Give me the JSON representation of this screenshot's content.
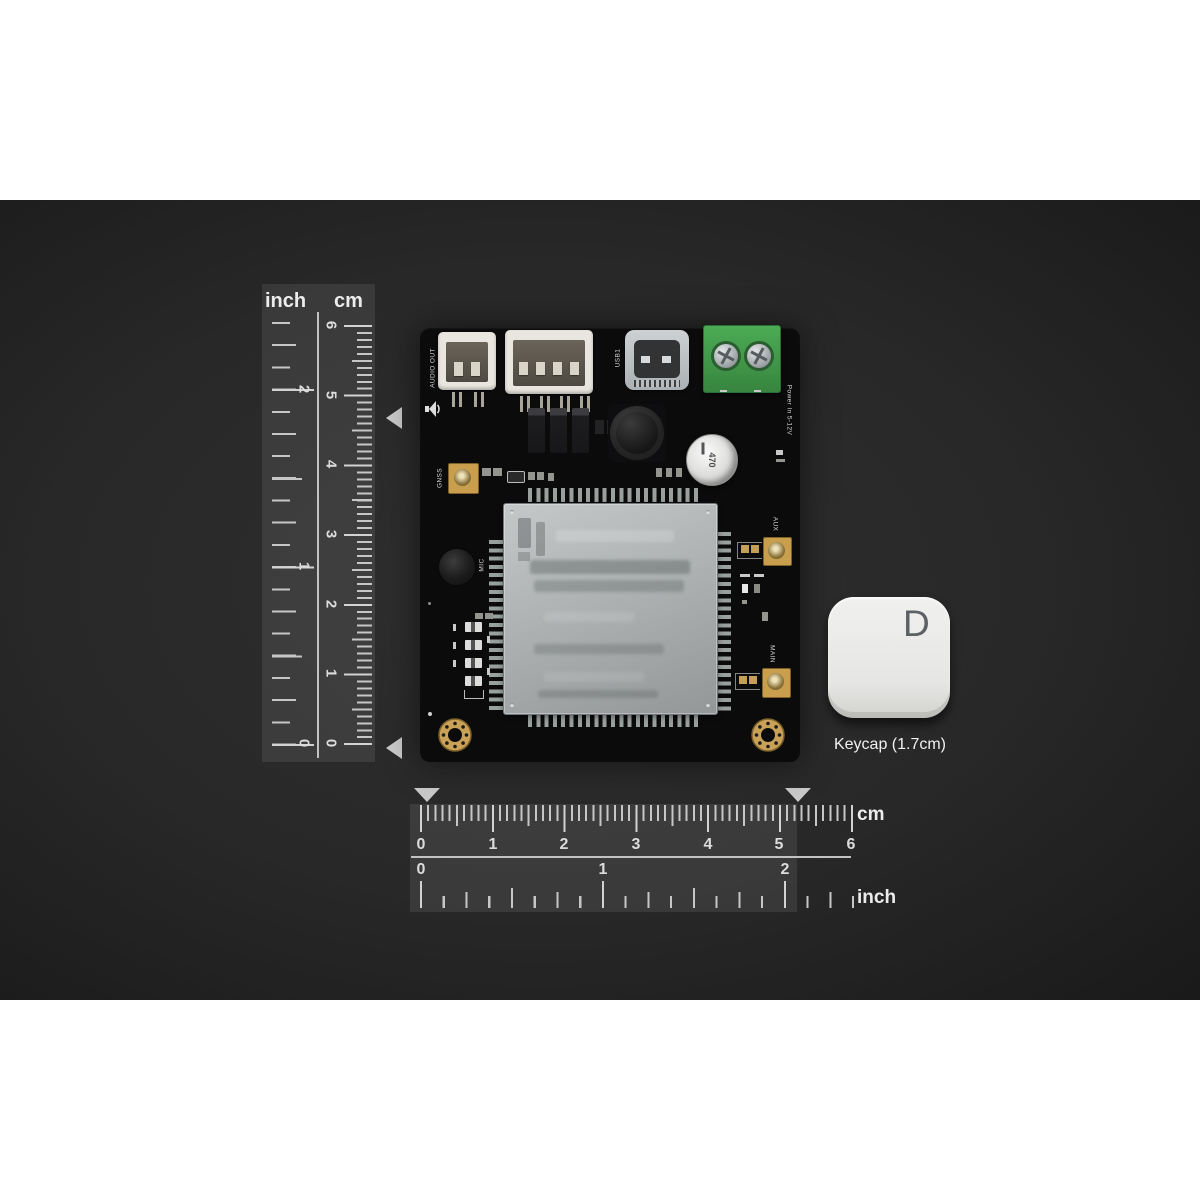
{
  "photo": {
    "keycap": {
      "letter": "D",
      "caption": "Keycap (1.7cm)"
    },
    "rulers": {
      "vertical": {
        "inch_label": "inch",
        "cm_label": "cm",
        "cm_numbers": [
          "0",
          "1",
          "2",
          "3",
          "4",
          "5",
          "6"
        ],
        "inch_numbers": [
          "0",
          "1",
          "2"
        ]
      },
      "horizontal": {
        "cm_label": "cm",
        "inch_label": "inch",
        "cm_numbers": [
          "0",
          "1",
          "2",
          "3",
          "4",
          "5",
          "6"
        ],
        "inch_numbers": [
          "0",
          "1",
          "2"
        ]
      }
    },
    "board": {
      "labels": {
        "audio_out": "AUDIO OUT",
        "usb": "USB1",
        "power_in": "Power In 5-12V",
        "gnss": "GNSS",
        "mic": "MIC",
        "aux": "AUX",
        "main": "MAIN"
      },
      "capacitor_marking": "470"
    },
    "colors": {
      "terminal_green": "#3f9b47",
      "gold": "#c9a258",
      "tick": "#c6c6c6"
    }
  }
}
